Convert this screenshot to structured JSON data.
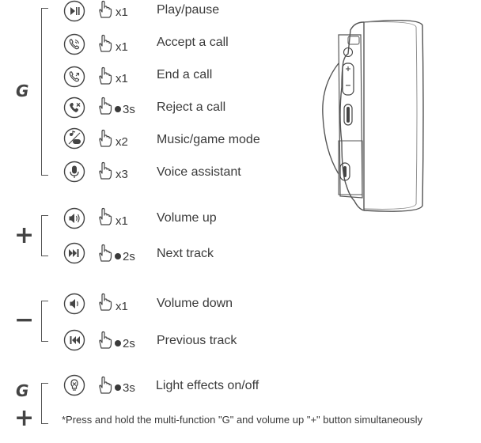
{
  "groups": {
    "g_label": "G",
    "plus_label": "+",
    "minus_label": "−",
    "combo_g_label": "G",
    "combo_plus_label": "+"
  },
  "rows": [
    {
      "icon": "play-pause-icon",
      "count": "x1",
      "label": "Play/pause"
    },
    {
      "icon": "accept-call-icon",
      "count": "x1",
      "label": "Accept a call"
    },
    {
      "icon": "end-call-icon",
      "count": "x1",
      "label": "End a call"
    },
    {
      "icon": "reject-call-icon",
      "count": "3s",
      "label": "Reject a call",
      "hold": true
    },
    {
      "icon": "game-mode-icon",
      "count": "x2",
      "label": "Music/game mode"
    },
    {
      "icon": "microphone-icon",
      "count": "x3",
      "label": "Voice assistant"
    },
    {
      "icon": "volume-up-icon",
      "count": "x1",
      "label": "Volume up"
    },
    {
      "icon": "next-track-icon",
      "count": "2s",
      "label": "Next track",
      "hold": true
    },
    {
      "icon": "volume-down-icon",
      "count": "x1",
      "label": "Volume down"
    },
    {
      "icon": "previous-track-icon",
      "count": "2s",
      "label": "Previous track",
      "hold": true
    },
    {
      "icon": "light-bulb-icon",
      "count": "3s",
      "label": "Light effects on/off",
      "hold": true
    }
  ],
  "footnote": "*Press and hold the multi-function \"G\" and volume up \"+\" button simultaneously"
}
